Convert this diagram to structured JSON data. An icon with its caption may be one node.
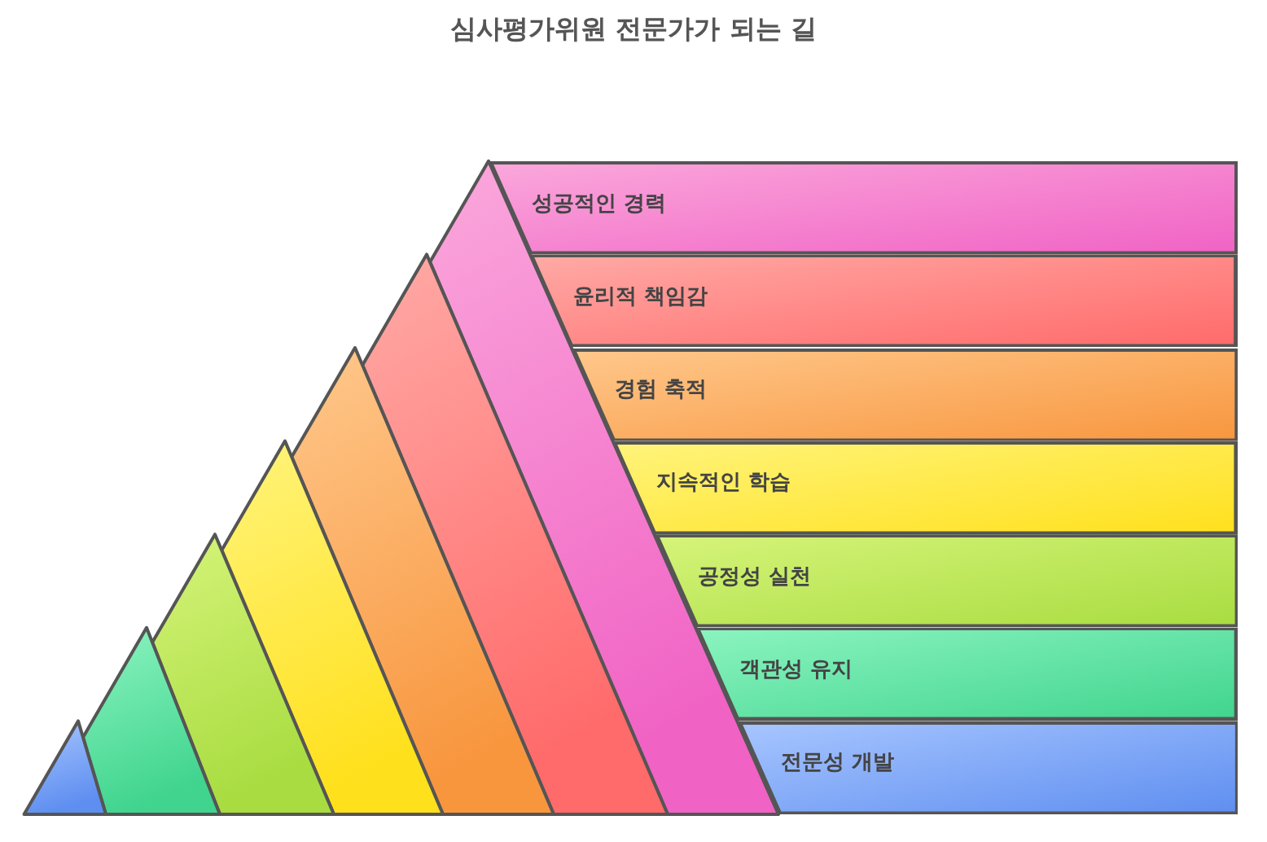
{
  "diagram": {
    "title": "심사평가위원 전문가가 되는 길",
    "nodes": [
      {
        "text": [
          "성공적인 경력"
        ]
      },
      {
        "text": [
          "윤리적 책임감"
        ]
      },
      {
        "text": [
          "경험 축적"
        ]
      },
      {
        "text": [
          "지속적인 학습"
        ]
      },
      {
        "text": [
          "공정성 실천"
        ]
      },
      {
        "text": [
          "객관성 유지"
        ]
      },
      {
        "text": [
          "전문성 개발"
        ]
      }
    ]
  }
}
